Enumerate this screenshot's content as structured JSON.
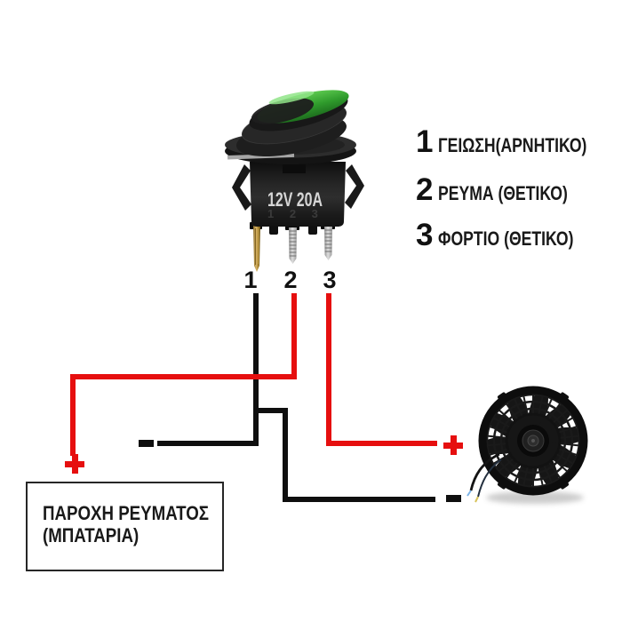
{
  "switch": {
    "rating_label": "12V 20A",
    "embossed_numbers": "1 2 3",
    "pin_labels": [
      "1",
      "2",
      "3"
    ]
  },
  "legend": {
    "items": [
      {
        "number": "1",
        "label": "ΓΕΙΩΣΗ(ΑΡΝΗΤΙΚΟ)"
      },
      {
        "number": "2",
        "label": "ΡΕΥΜΑ (ΘΕΤΙΚΟ)"
      },
      {
        "number": "3",
        "label": "ΦΟΡΤΙΟ (ΘΕΤΙΚΟ)"
      }
    ]
  },
  "battery": {
    "label_line1": "ΠΑΡΟΧΗ ΡΕΥΜΑΤΟΣ",
    "label_line2": "(ΜΠΑΤΑΡΙΑ)"
  },
  "wiring": {
    "positive_symbol": "+",
    "negative_symbol": "-",
    "colors": {
      "positive_wire": "#e60f0f",
      "negative_wire": "#0f0f0f",
      "switch_led_green": "#3fae38"
    }
  }
}
